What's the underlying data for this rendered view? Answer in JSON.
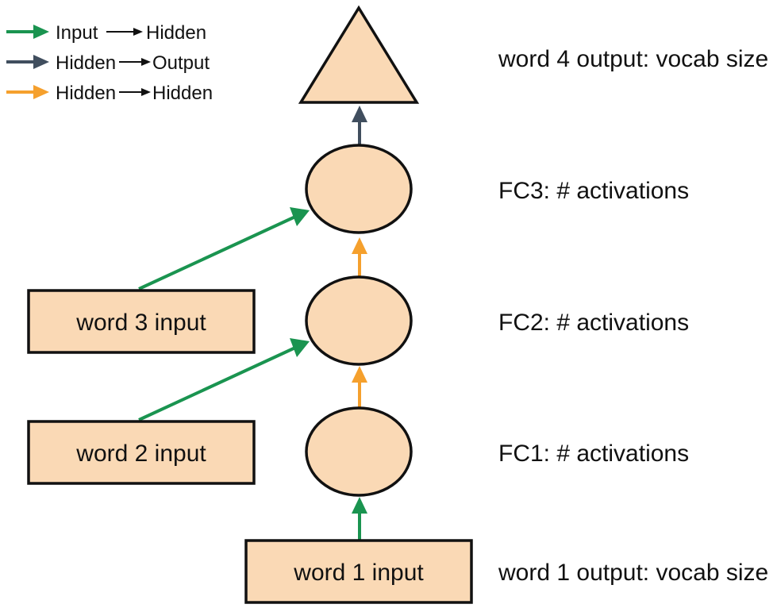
{
  "colors": {
    "input_to_hidden": "#1a9450",
    "hidden_to_output": "#404e5e",
    "hidden_to_hidden": "#f5a02d",
    "node_fill": "#fad9b5",
    "node_stroke": "#111111"
  },
  "legend": [
    {
      "from": "Input",
      "to": "Hidden",
      "color_key": "input_to_hidden"
    },
    {
      "from": "Hidden",
      "to": "Output",
      "color_key": "hidden_to_output"
    },
    {
      "from": "Hidden",
      "to": "Hidden",
      "color_key": "hidden_to_hidden"
    }
  ],
  "nodes": {
    "output": {
      "label": "word 4 output: vocab size",
      "shape": "triangle"
    },
    "fc3": {
      "label": "FC3: # activations",
      "shape": "circle"
    },
    "fc2": {
      "label": "FC2: # activations",
      "shape": "circle"
    },
    "fc1": {
      "label": "FC1: # activations",
      "shape": "circle"
    },
    "word1": {
      "text": "word 1 input",
      "side_label": "word 1 output: vocab size",
      "shape": "box"
    },
    "word2": {
      "text": "word 2 input",
      "shape": "box"
    },
    "word3": {
      "text": "word 3 input",
      "shape": "box"
    }
  },
  "edges": [
    {
      "from": "word1",
      "to": "fc1",
      "type": "input_to_hidden"
    },
    {
      "from": "fc1",
      "to": "fc2",
      "type": "hidden_to_hidden"
    },
    {
      "from": "word2",
      "to": "fc2",
      "type": "input_to_hidden"
    },
    {
      "from": "fc2",
      "to": "fc3",
      "type": "hidden_to_hidden"
    },
    {
      "from": "word3",
      "to": "fc3",
      "type": "input_to_hidden"
    },
    {
      "from": "fc3",
      "to": "output",
      "type": "hidden_to_output"
    }
  ]
}
